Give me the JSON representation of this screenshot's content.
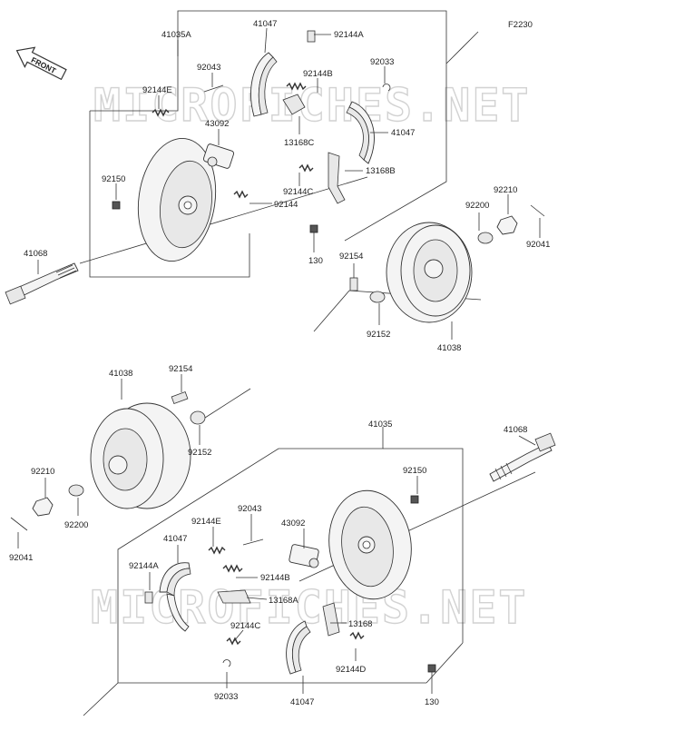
{
  "figure_id": "F2230",
  "front_label": "FRONT",
  "watermark": "MICROFICHES.NET",
  "callouts": {
    "top": {
      "assembly": "41035A",
      "shoe_upper": "41047",
      "spring_a": "92144A",
      "pin": "92043",
      "spring_b": "92144B",
      "clip": "92033",
      "spring_e": "92144E",
      "cylinder": "43092",
      "lever_c": "13168C",
      "shoe_lower": "41047",
      "lever_b": "13168B",
      "bolt_plate": "92150",
      "spring_c": "92144C",
      "spring": "92144",
      "washer_2": "92210",
      "washer": "92200",
      "axle": "41068",
      "bolt_130": "130",
      "stud": "92154",
      "cotter": "92041",
      "seal": "92152",
      "drum": "41038"
    },
    "bottom": {
      "drum": "41038",
      "stud": "92154",
      "seal": "92152",
      "assembly": "41035",
      "axle": "41068",
      "washer_2": "92210",
      "washer": "92200",
      "cotter": "92041",
      "bolt_plate": "92150",
      "pin": "92043",
      "spring_e": "92144E",
      "cylinder": "43092",
      "shoe_upper": "41047",
      "spring_a": "92144A",
      "spring_b": "92144B",
      "lever_a": "13168A",
      "lever": "13168",
      "spring_c": "92144C",
      "spring_d": "92144D",
      "clip": "92033",
      "shoe_lower": "41047",
      "bolt_130": "130"
    }
  }
}
